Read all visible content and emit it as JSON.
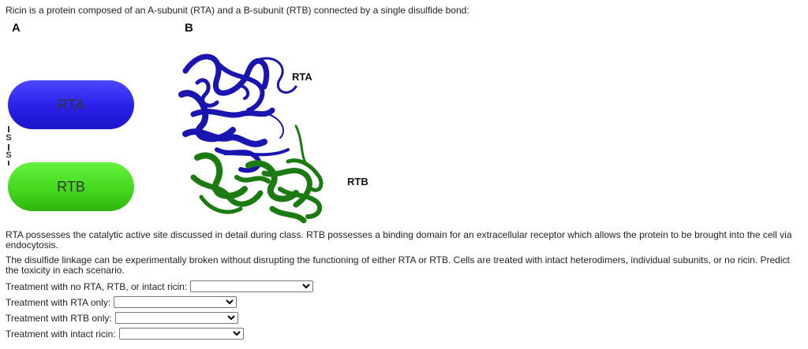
{
  "intro": "Ricin is a protein composed of an A-subunit (RTA) and a B-subunit (RTB) connected by a single disulfide bond:",
  "panels": {
    "a": "A",
    "b": "B"
  },
  "schematic": {
    "rta_label": "RTA",
    "rtb_label": "RTB",
    "bond_top": "S",
    "bond_bottom": "S",
    "rta_color": "#2a20e8",
    "rtb_color": "#44d81e"
  },
  "structure": {
    "rta_label": "RTA",
    "rtb_label": "RTB",
    "rta_color": "#1a14b0",
    "rtb_color": "#1c7a12"
  },
  "paragraphs": [
    "RTA possesses the catalytic active site discussed in detail during class. RTB possesses a binding domain for an extracellular receptor which allows the protein to be brought into the cell via endocytosis.",
    "The disulfide linkage can be experimentally broken without disrupting the functioning of either RTA or RTB. Cells are treated with intact heterodimers, individual subunits, or no ricin. Predict the toxicity in each scenario."
  ],
  "questions": [
    {
      "label": "Treatment with no RTA, RTB, or intact ricin:",
      "value": ""
    },
    {
      "label": "Treatment with RTA only:",
      "value": ""
    },
    {
      "label": "Treatment with RTB only:",
      "value": ""
    },
    {
      "label": "Treatment with intact ricin:",
      "value": ""
    }
  ]
}
